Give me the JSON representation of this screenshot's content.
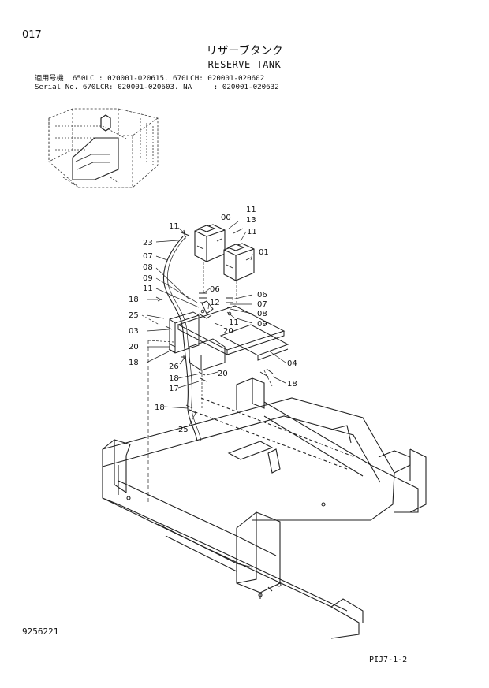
{
  "header": {
    "page_number": "017",
    "title_jp": "リザーブタンク",
    "title_en": "RESERVE TANK",
    "serial_line_1": "適用号機  650LC : 020001-020615. 670LCH: 020001-020602",
    "serial_line_2": "Serial No. 670LCR: 020001-020603. NA     : 020001-020632"
  },
  "callouts": [
    "00",
    "01",
    "03",
    "04",
    "06",
    "07",
    "08",
    "09",
    "11",
    "12",
    "13",
    "17",
    "18",
    "20",
    "23",
    "25",
    "26"
  ],
  "footer": {
    "doc_number": "9256221",
    "page_ref": "PIJ7-1-2"
  }
}
